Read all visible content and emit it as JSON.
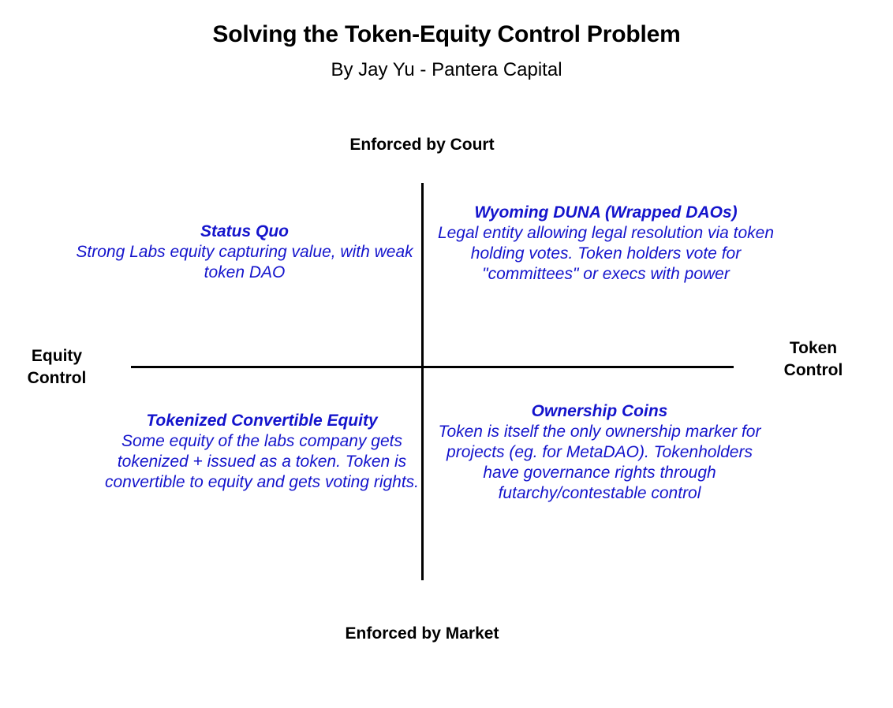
{
  "header": {
    "title": "Solving the Token-Equity Control Problem",
    "subtitle": "By Jay Yu - Pantera Capital"
  },
  "axes": {
    "top_label": "Enforced by Court",
    "bottom_label": "Enforced by Market",
    "left_label": "Equity\nControl",
    "right_label": "Token\nControl"
  },
  "colors": {
    "text": "#000000",
    "quadrant_text": "#1414cc",
    "axis_line": "#000000",
    "background": "#ffffff"
  },
  "quadrants": {
    "top_left": {
      "heading": "Status Quo",
      "body": "Strong Labs equity capturing value, with weak token DAO"
    },
    "top_right": {
      "heading": "Wyoming DUNA (Wrapped DAOs)",
      "body": "Legal entity allowing legal resolution via token holding votes. Token holders vote for \"committees\" or execs with power"
    },
    "bottom_left": {
      "heading": "Tokenized Convertible Equity",
      "body": "Some equity of the labs company gets tokenized + issued as a token. Token is convertible to equity and gets voting rights."
    },
    "bottom_right": {
      "heading": "Ownership Coins",
      "body": "Token is itself the only ownership marker for projects (eg. for MetaDAO). Tokenholders have governance rights through futarchy/contestable control"
    }
  },
  "chart_data": {
    "type": "table",
    "title": "Solving the Token-Equity Control Problem",
    "subtitle": "By Jay Yu - Pantera Capital",
    "xlabel": "Equity Control ↔ Token Control",
    "ylabel": "Enforced by Market ↔ Enforced by Court",
    "x_axis_ends": [
      "Equity Control",
      "Token Control"
    ],
    "y_axis_ends": [
      "Enforced by Market",
      "Enforced by Court"
    ],
    "grid": false,
    "legend": "none",
    "cells": [
      {
        "quadrant": "top-left",
        "x": "Equity Control",
        "y": "Enforced by Court",
        "label": "Status Quo",
        "description": "Strong Labs equity capturing value, with weak token DAO"
      },
      {
        "quadrant": "top-right",
        "x": "Token Control",
        "y": "Enforced by Court",
        "label": "Wyoming DUNA (Wrapped DAOs)",
        "description": "Legal entity allowing legal resolution via token holding votes. Token holders vote for \"committees\" or execs with power"
      },
      {
        "quadrant": "bottom-left",
        "x": "Equity Control",
        "y": "Enforced by Market",
        "label": "Tokenized Convertible Equity",
        "description": "Some equity of the labs company gets tokenized + issued as a token. Token is convertible to equity and gets voting rights."
      },
      {
        "quadrant": "bottom-right",
        "x": "Token Control",
        "y": "Enforced by Market",
        "label": "Ownership Coins",
        "description": "Token is itself the only ownership marker for projects (eg. for MetaDAO). Tokenholders have governance rights through futarchy/contestable control"
      }
    ]
  }
}
